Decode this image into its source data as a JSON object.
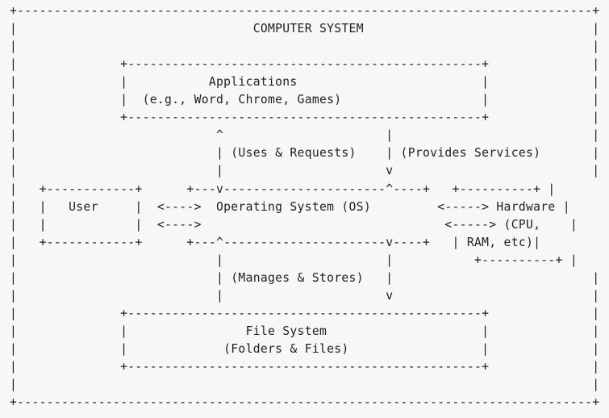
{
  "diagram": {
    "text_color": "#1f1f1f",
    "background": "#f7f7f7",
    "lines": [
      "+------------------------------------------------------------------------------+",
      "|                                COMPUTER SYSTEM                               |",
      "|                                                                              |",
      "|              +------------------------------------------------+              |",
      "|              |           Applications                         |              |",
      "|              |  (e.g., Word, Chrome, Games)                   |              |",
      "|              +------------------------------------------------+              |",
      "|                           ^                      |                           |",
      "|                           | (Uses & Requests)    | (Provides Services)       |",
      "|                           |                      v                           |",
      "|   +------------+      +---v----------------------^----+   +----------+ |",
      "|   |   User     |  <---->  Operating System (OS)         <-----> Hardware |",
      "|   |            |  <---->                                 <-----> (CPU,    |",
      "|   +------------+      +---^----------------------v----+   | RAM, etc)|",
      "|                           |                      |           +----------+ |",
      "|                           | (Manages & Stores)   |                           |",
      "|                           |                      v                           |",
      "|              +------------------------------------------------+              |",
      "|              |                File System                     |              |",
      "|              |             (Folders & Files)                  |              |",
      "|              +------------------------------------------------+              |",
      "|                                                                              |",
      "+------------------------------------------------------------------------------+"
    ]
  }
}
